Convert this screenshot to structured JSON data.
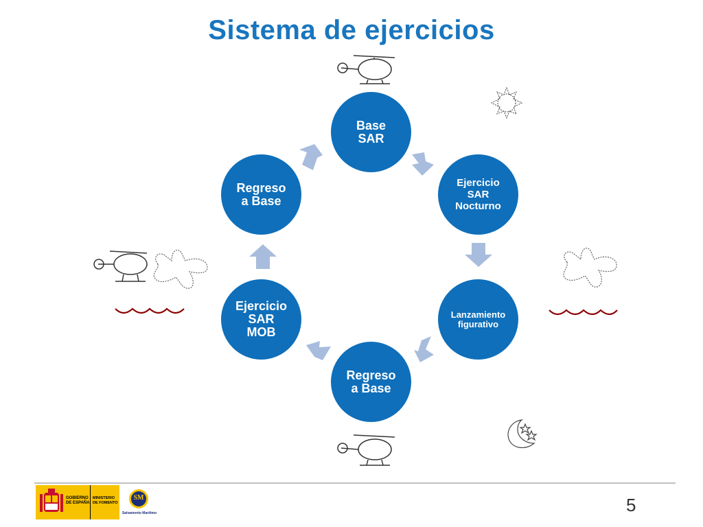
{
  "title": "Sistema de ejercicios",
  "nodes": [
    {
      "id": "base-sar",
      "label": "Base\nSAR"
    },
    {
      "id": "ejercicio-nocturno",
      "label": "Ejercicio\nSAR\nNocturno"
    },
    {
      "id": "lanzamiento",
      "label": "Lanzamiento\nfigurativo"
    },
    {
      "id": "regreso-bottom",
      "label": "Regreso\na Base"
    },
    {
      "id": "ejercicio-mob",
      "label": "Ejercicio\nSAR\nMOB"
    },
    {
      "id": "regreso-left",
      "label": "Regreso\na Base"
    }
  ],
  "footer": {
    "page_number": "5",
    "gov_logo_text": "GOBIERNO\nDE ESPAÑA",
    "ministry_text": "MINISTERIO\nDE FOMENTO",
    "salvamento_text": "Salvamento Marítimo",
    "salvamento_mark": "SM"
  },
  "colors": {
    "node_fill": "#0f6fba",
    "arrow_fill": "#a8bddd",
    "title": "#1976be",
    "wave": "#8b0000"
  }
}
